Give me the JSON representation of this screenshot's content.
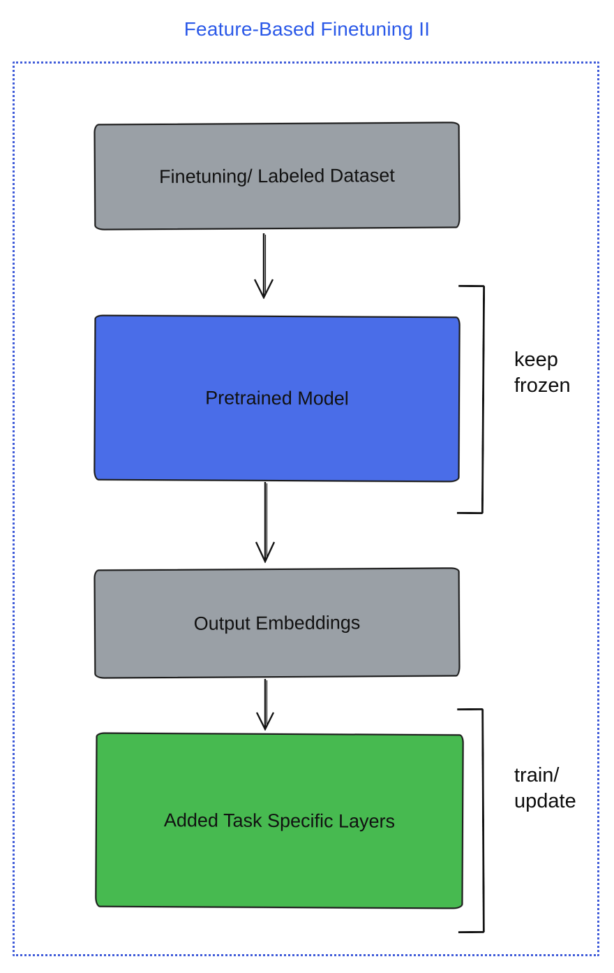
{
  "title": "Feature-Based Finetuning II",
  "nodes": {
    "dataset": {
      "label": "Finetuning/ Labeled Dataset",
      "fill": "#9aa0a6"
    },
    "pretrained": {
      "label": "Pretrained Model",
      "fill": "#4a6de8"
    },
    "embeddings": {
      "label": "Output Embeddings",
      "fill": "#9aa0a6"
    },
    "task_layers": {
      "label": "Added Task Specific Layers",
      "fill": "#47ba50"
    }
  },
  "annotations": {
    "keep_frozen": "keep\nfrozen",
    "train_update": "train/\nupdate"
  },
  "colors": {
    "title_text": "#2b59e8",
    "frame_border": "#3f5bd9",
    "node_border": "#1c1c1c",
    "label_text": "#111111"
  }
}
